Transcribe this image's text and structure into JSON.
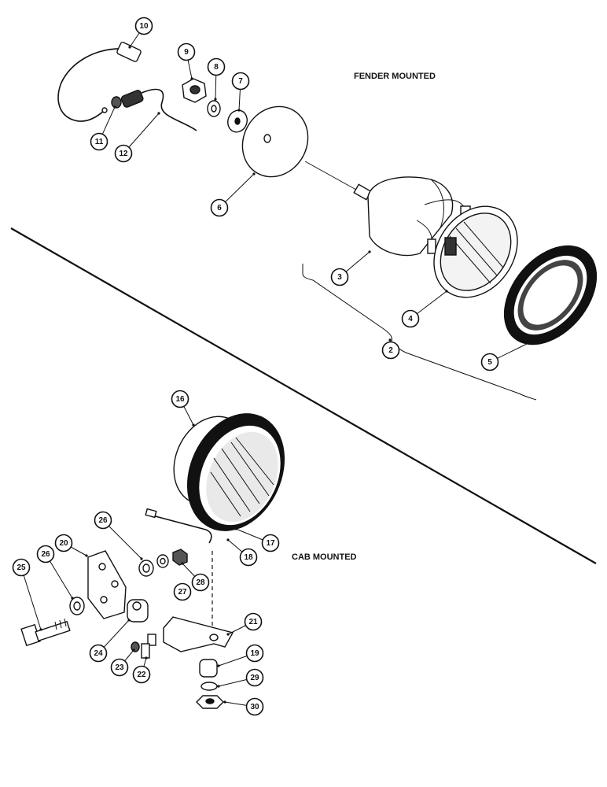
{
  "labels": {
    "fender": "FENDER MOUNTED",
    "cab": "CAB MOUNTED"
  },
  "callouts": [
    "10",
    "9",
    "8",
    "7",
    "11",
    "12",
    "6",
    "3",
    "4",
    "2",
    "5",
    "16",
    "26",
    "20",
    "28",
    "25",
    "26",
    "27",
    "17",
    "18",
    "24",
    "23",
    "22",
    "21",
    "19",
    "29",
    "30"
  ],
  "colors": {
    "ink": "#111111",
    "background": "#ffffff"
  }
}
